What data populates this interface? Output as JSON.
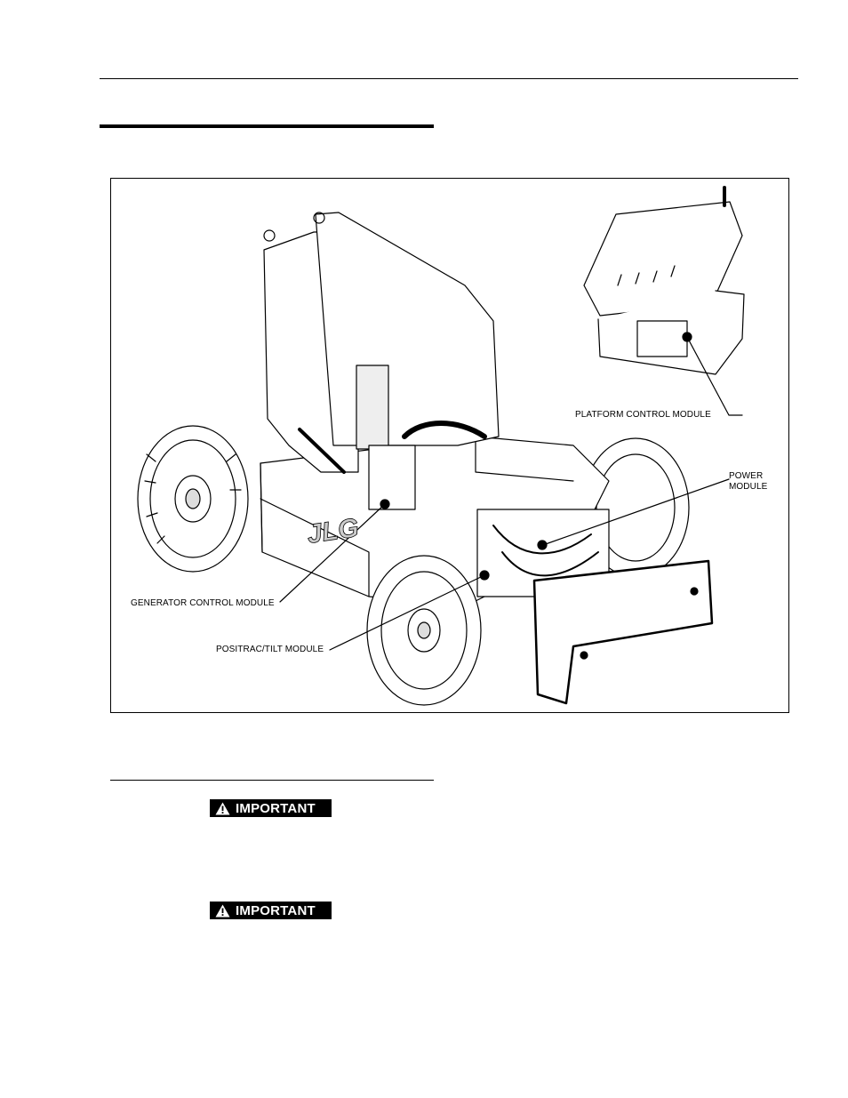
{
  "figure": {
    "callouts": {
      "platform_control_module": "PLATFORM CONTROL MODULE",
      "power_module": "POWER MODULE",
      "generator_control_module": "GENERATOR CONTROL MODULE",
      "positrac_tilt_module": "POSITRAC/TILT MODULE"
    },
    "brand_mark": "JLG"
  },
  "notices": [
    {
      "label": "IMPORTANT",
      "icon": "warning-triangle-icon"
    },
    {
      "label": "IMPORTANT",
      "icon": "warning-triangle-icon"
    }
  ]
}
